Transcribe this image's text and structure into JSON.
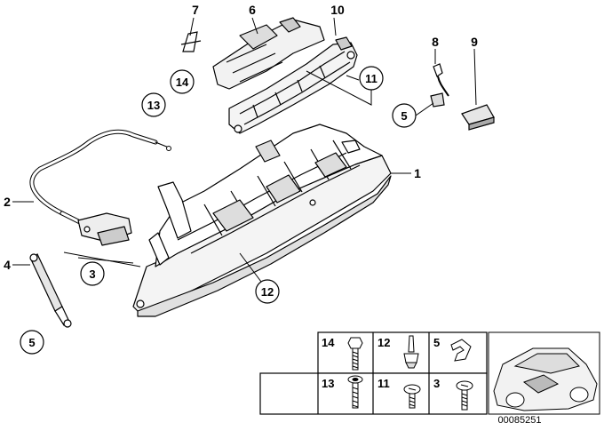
{
  "callouts": {
    "c1": "1",
    "c2": "2",
    "c4": "4",
    "c6": "6",
    "c7": "7",
    "c8": "8",
    "c9": "9",
    "c10": "10"
  },
  "circled": {
    "c3": "3",
    "c5a": "5",
    "c5b": "5",
    "c11": "11",
    "c12": "12",
    "c13": "13",
    "c14": "14"
  },
  "legend": {
    "items": [
      {
        "label": "14",
        "part": "bolt"
      },
      {
        "label": "12",
        "part": "buffer"
      },
      {
        "label": "5",
        "part": "clip"
      },
      {
        "label": "13",
        "part": "screw"
      },
      {
        "label": "11",
        "part": "screw"
      },
      {
        "label": "3",
        "part": "screw"
      }
    ]
  },
  "reference_code": "00085251",
  "colors": {
    "line": "#000000",
    "part_fill": "#ffffff",
    "shade": "#d9d9d9"
  }
}
